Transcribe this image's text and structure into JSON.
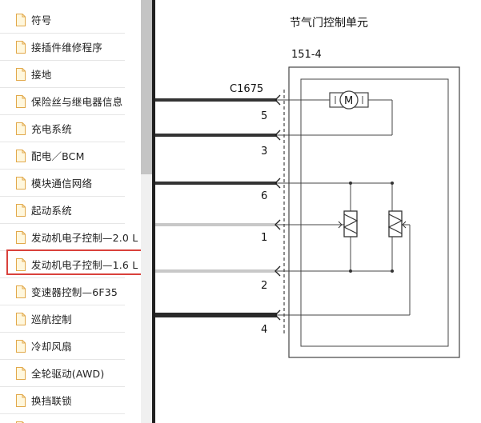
{
  "sidebar": {
    "items": [
      {
        "label": "符号"
      },
      {
        "label": "接插件维修程序"
      },
      {
        "label": "接地"
      },
      {
        "label": "保险丝与继电器信息"
      },
      {
        "label": "充电系统"
      },
      {
        "label": "配电／BCM"
      },
      {
        "label": "模块通信网络"
      },
      {
        "label": "起动系统"
      },
      {
        "label": "发动机电子控制—2.0 L"
      },
      {
        "label": "发动机电子控制—1.6 L"
      },
      {
        "label": "变速器控制—6F35"
      },
      {
        "label": "巡航控制"
      },
      {
        "label": "冷却风扇"
      },
      {
        "label": "全轮驱动(AWD)"
      },
      {
        "label": "换挡联锁"
      }
    ],
    "selected_index": 9
  },
  "diagram": {
    "title": "节气门控制单元",
    "part_number": "151-4",
    "connector": "C1675",
    "motor_label": "M",
    "pins": [
      "5",
      "3",
      "6",
      "1",
      "2",
      "4"
    ]
  },
  "colors": {
    "highlight_border": "#d9413b",
    "wire_dark": "#333333",
    "wire_light": "#bdbdbd"
  }
}
